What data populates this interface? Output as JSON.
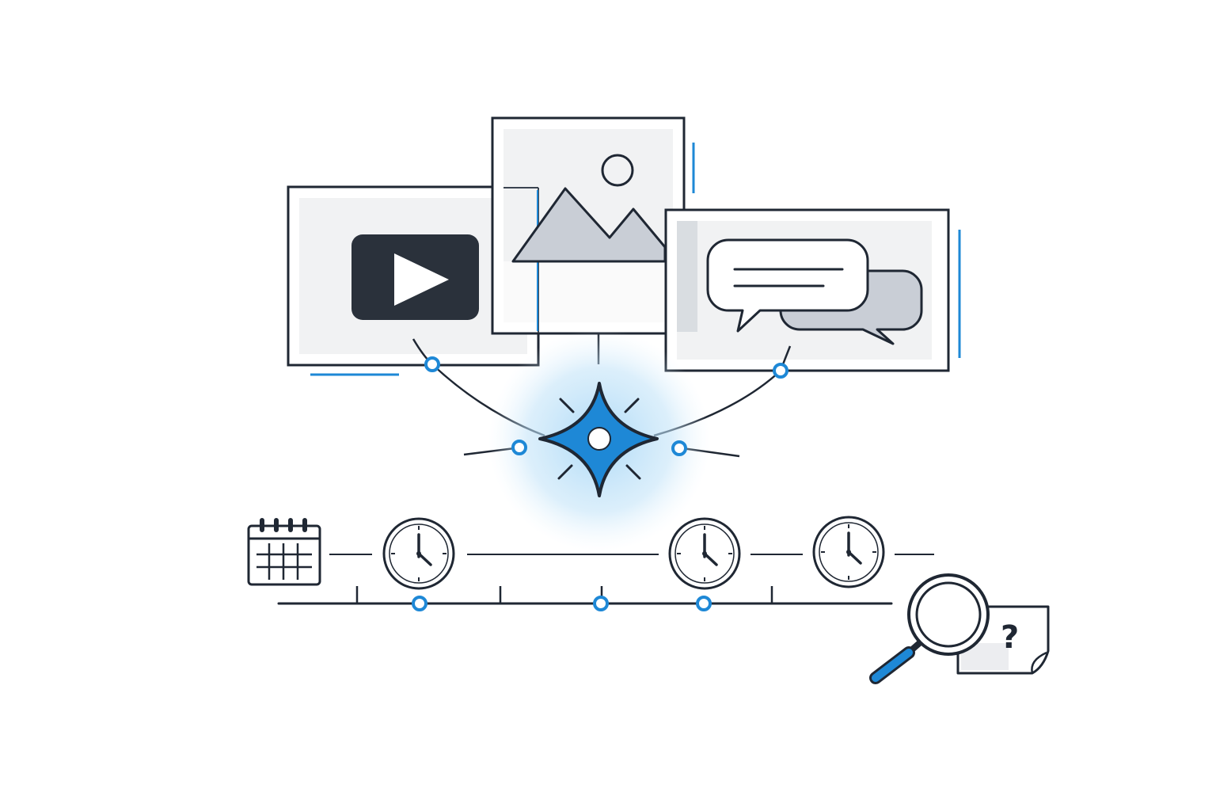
{
  "colors": {
    "ink": "#1f2733",
    "accent": "#1e88d6",
    "accent_glow": "#9fd3f5",
    "panel_fill": "#f1f2f3",
    "shape_fill": "#c9ced6",
    "play_fill": "#2a313b",
    "background": "#ffffff"
  },
  "icons": [
    "video-play-icon",
    "image-mountain-icon",
    "chat-bubbles-icon",
    "sparkle-star-icon",
    "calendar-icon",
    "clock-icon",
    "magnifier-icon",
    "note-icon"
  ],
  "note": {
    "symbol": "?"
  },
  "clocks": [
    {
      "time": "5:00"
    },
    {
      "time": "5:00"
    },
    {
      "time": "5:00"
    }
  ]
}
